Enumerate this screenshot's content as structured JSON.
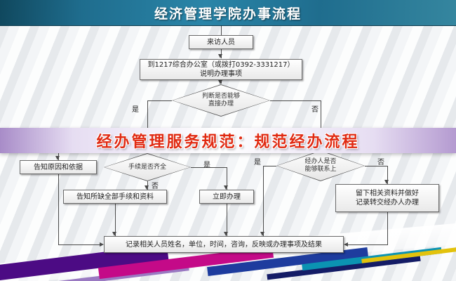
{
  "title": "经济管理学院办事流程",
  "banner": "经办管理服务规范：规范经办流程",
  "labels": {
    "yes": "是",
    "no": "否"
  },
  "nodes": {
    "visitor": "来访人员",
    "office_line1": "到1217综合办公室（或拨打0392-3331217）",
    "office_line2": "说明办理事项",
    "decide_direct_line1": "判断是否能够",
    "decide_direct_line2": "直接办理",
    "reason": "告知原因和依据",
    "decide_complete": "手续是否齐全",
    "missing": "告知所缺全部手续和资料",
    "immediate": "立即办理",
    "decide_contact_line1": "经办人是否",
    "decide_contact_line2": "能够联系上",
    "leave_line1": "留下相关资料并做好",
    "leave_line2": "记录转交经办人办理",
    "record": "记录相关人员姓名，单位，时间，咨询，反映或办理事项及结果"
  },
  "colors": {
    "header_teal": "#1f6d8e",
    "banner_text_red": "#e02a12",
    "ribbon_purple": "#4c0b84",
    "ribbon_magenta": "#c40a88",
    "ribbon_blue": "#1e3c9e",
    "ribbon_teal": "#0b93b2",
    "ribbon_yellow": "#e3c20c"
  }
}
